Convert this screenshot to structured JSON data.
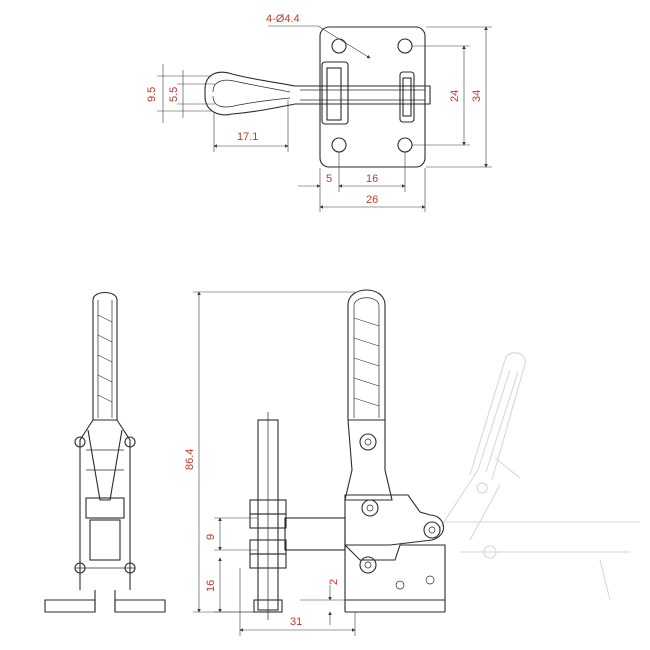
{
  "colors": {
    "dimension_text": "#c0392b",
    "line": "#2b2b2b",
    "ghost": "#d4d4d4"
  },
  "dimensions": {
    "holes": "4-Ø4.4",
    "d9_5": "9.5",
    "d5_5": "5.5",
    "d17_1": "17.1",
    "d24": "24",
    "d34": "34",
    "d5": "5",
    "d16_top": "16",
    "d26": "26",
    "d86_4": "86.4",
    "d9": "9",
    "d16_side": "16",
    "d2": "2",
    "d31": "31"
  }
}
